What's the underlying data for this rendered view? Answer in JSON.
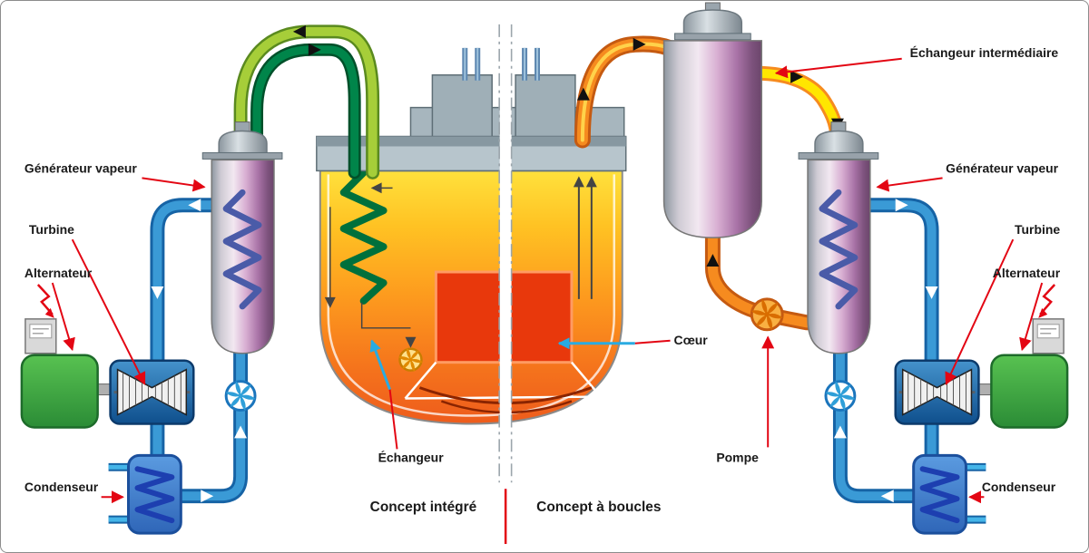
{
  "figure": {
    "caption_left": "Concept intégré",
    "caption_right": "Concept à boucles"
  },
  "labels": {
    "echangeur_intermediaire": "Échangeur intermédiaire",
    "generateur_vapeur_left": "Générateur vapeur",
    "generateur_vapeur_right": "Générateur vapeur",
    "turbine_left": "Turbine",
    "turbine_right": "Turbine",
    "alternateur_left": "Alternateur",
    "alternateur_right": "Alternateur",
    "condenseur_left": "Condenseur",
    "condenseur_right": "Condenseur",
    "echangeur": "Échangeur",
    "coeur": "Cœur",
    "pompe": "Pompe"
  },
  "colors": {
    "annotation_arrow_red": "#e30613",
    "core_arrow_cyan": "#29abe2",
    "pipe_green_light": "#a3cf3b",
    "pipe_green_dark": "#00854a",
    "pipe_water_blue": "#3a9ad6",
    "pipe_sodium_orange": "#f68b1f",
    "pipe_sodium_yellow": "#ffe600",
    "vessel_hot_top": "#ffe13c",
    "vessel_hot_bottom": "#ee5c1c",
    "core_red": "#e8380c",
    "generator_pink": "#d8aed2",
    "turbine_blue": "#11508f",
    "alternator_green": "#3aa03f",
    "condenser_blue": "#4f93d9",
    "label_text": "#1a1a1a"
  },
  "icons": {
    "water_pump_left": "pump-fan",
    "water_pump_right": "pump-fan",
    "sodium_pump": "pump-fan",
    "internal_pump": "pump-fan",
    "power_meter_left": "meter-display",
    "power_meter_right": "meter-display",
    "lightning_left": "electric-zigzag",
    "lightning_right": "electric-zigzag"
  }
}
